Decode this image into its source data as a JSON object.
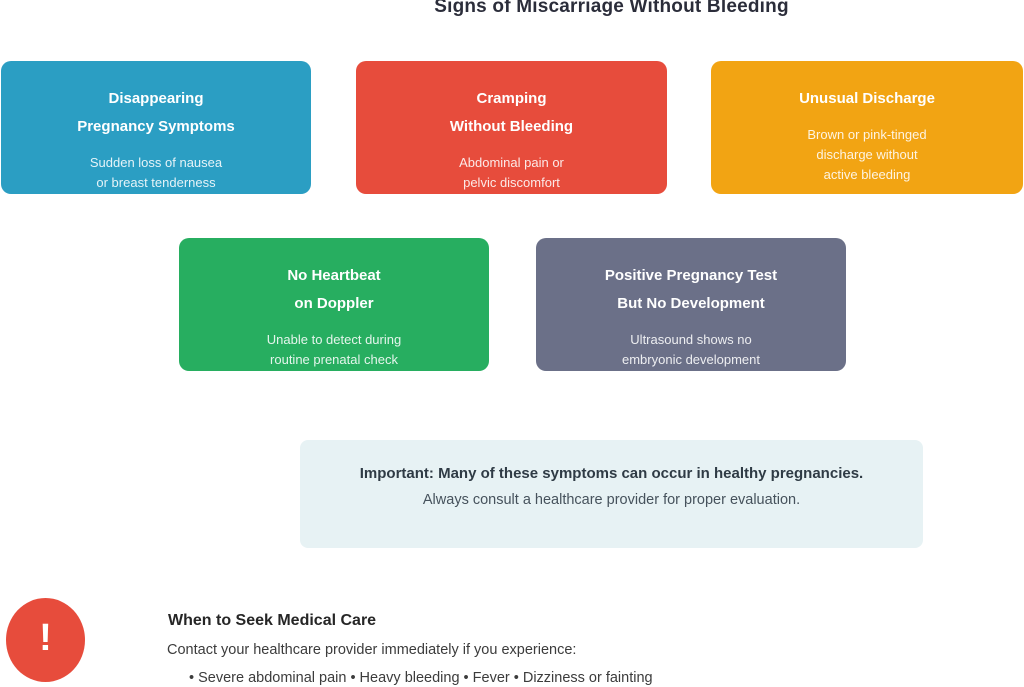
{
  "page": {
    "title": "Signs of Miscarriage Without Bleeding",
    "title_color": "#2b2d3a",
    "background": "#ffffff"
  },
  "cards": [
    {
      "name": "disappearing-pregnancy-symptoms",
      "title": "Disappearing\nPregnancy Symptoms",
      "subtitle": "Sudden loss of nausea\nor breast tenderness",
      "color": "#2b9ec3"
    },
    {
      "name": "cramping-without-bleeding",
      "title": "Cramping\nWithout Bleeding",
      "subtitle": "Abdominal pain or\npelvic discomfort",
      "color": "#e74c3c"
    },
    {
      "name": "unusual-discharge",
      "title": "Unusual Discharge",
      "subtitle": "Brown or pink-tinged\ndischarge without\nactive bleeding",
      "color": "#f2a413"
    },
    {
      "name": "no-heartbeat-on-doppler",
      "title": "No Heartbeat\non Doppler",
      "subtitle": "Unable to detect during\nroutine prenatal check",
      "color": "#27ae60"
    },
    {
      "name": "positive-pregnancy-test-no-development",
      "title": "Positive Pregnancy Test\nBut No Development",
      "subtitle": "Ultrasound shows no\nembryonic development",
      "color": "#6b7088"
    }
  ],
  "important_note": {
    "bold_text": "Important: Many of these symptoms can occur in healthy pregnancies.",
    "regular_text": "Always consult a healthcare provider for proper evaluation.",
    "bg_color": "#e7f2f4"
  },
  "seek_care": {
    "icon_glyph": "!",
    "icon_color": "#e74c3c",
    "heading": "When to Seek Medical Care",
    "intro": "Contact your healthcare provider immediately if you experience:",
    "symptoms": "• Severe abdominal pain • Heavy bleeding • Fever • Dizziness or fainting"
  }
}
